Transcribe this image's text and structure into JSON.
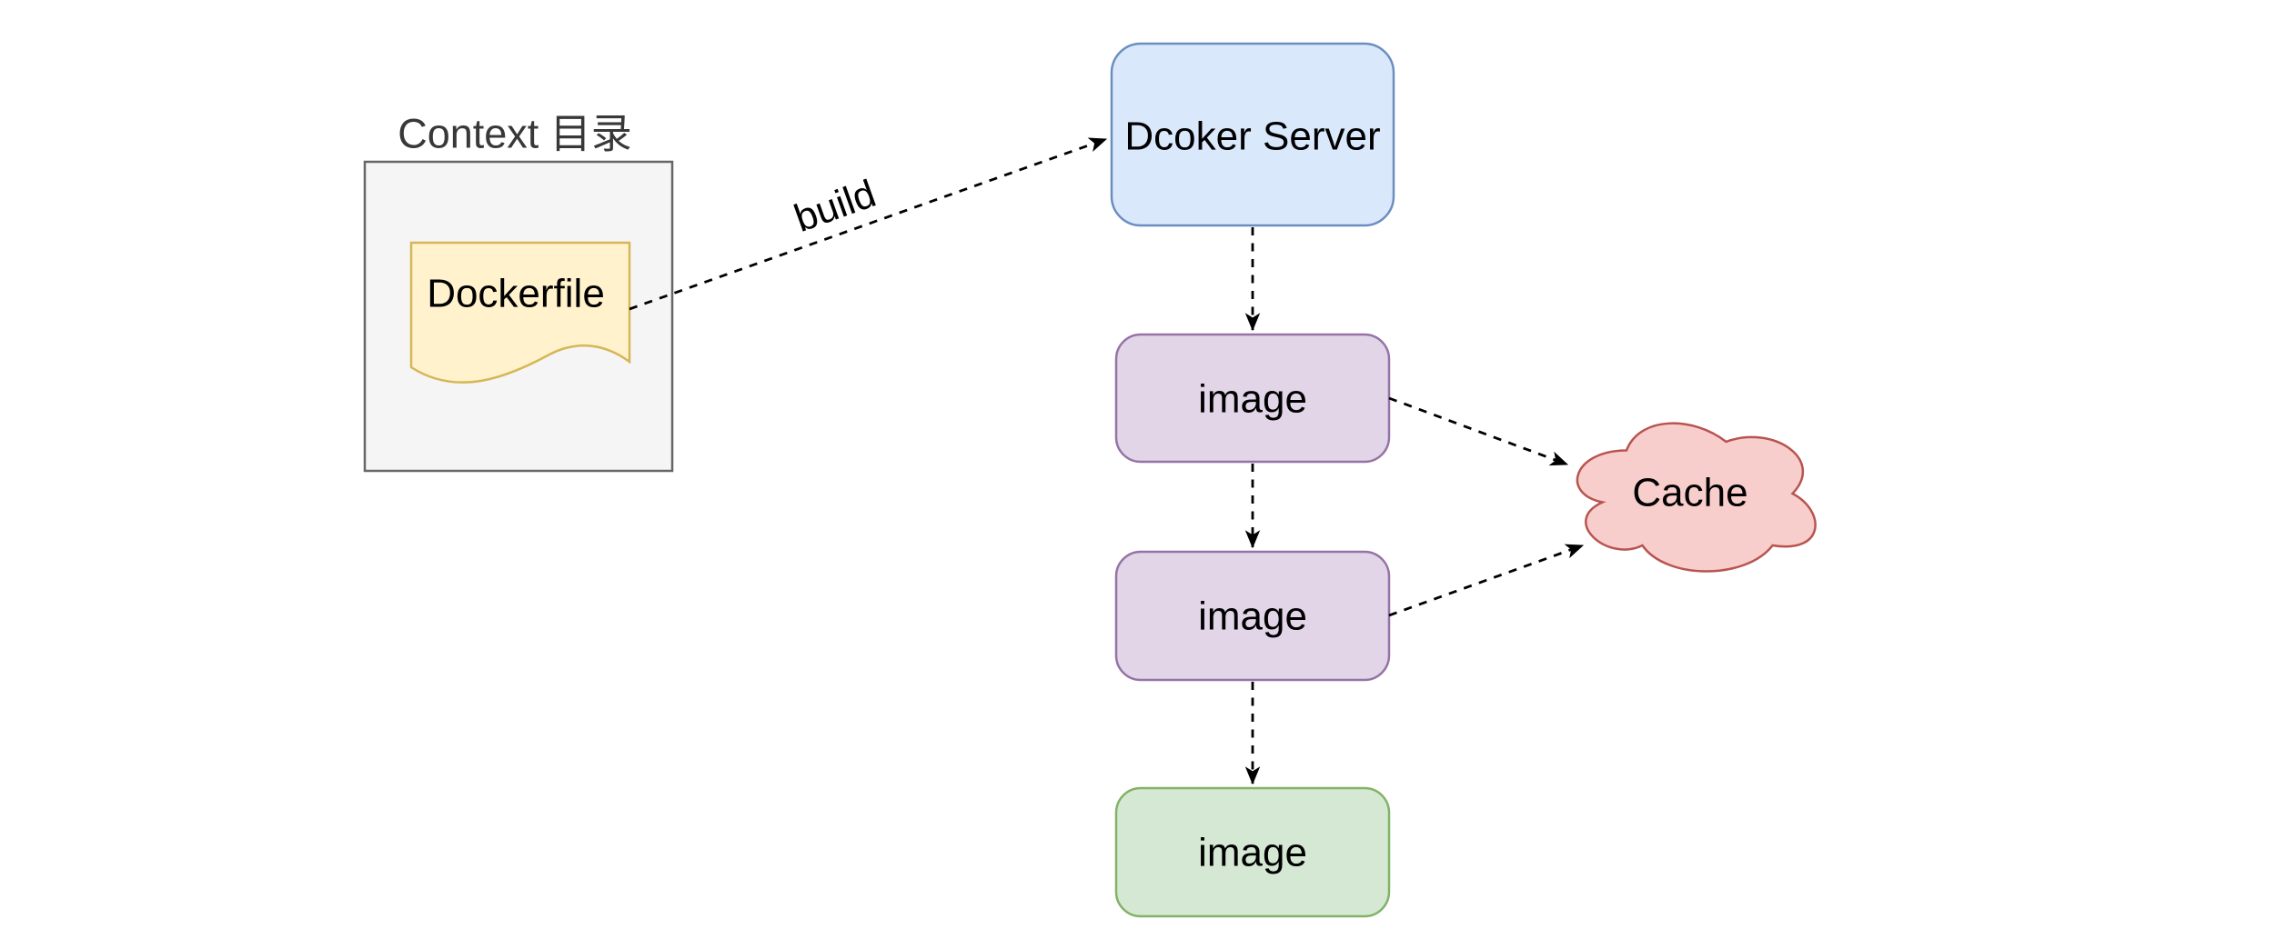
{
  "diagram": {
    "context_group": {
      "title": "Context 目录",
      "dockerfile_label": "Dockerfile"
    },
    "nodes": {
      "server": {
        "label": "Dcoker Server"
      },
      "image1": {
        "label": "image"
      },
      "image2": {
        "label": "image"
      },
      "image3": {
        "label": "image"
      },
      "cache": {
        "label": "Cache"
      }
    },
    "edges": {
      "build_label": "build"
    },
    "colors": {
      "context_fill": "#f5f5f5",
      "context_stroke": "#666666",
      "dockerfile_fill": "#fff2cc",
      "dockerfile_stroke": "#d6b656",
      "server_fill": "#dae8fc",
      "server_stroke": "#6c8ebf",
      "image_fill": "#e1d5e7",
      "image_stroke": "#9673a6",
      "final_image_fill": "#d5e8d4",
      "final_image_stroke": "#82b366",
      "cache_fill": "#f8cecc",
      "cache_stroke": "#b85450",
      "edge_color": "#000000",
      "background": "#ffffff"
    }
  }
}
